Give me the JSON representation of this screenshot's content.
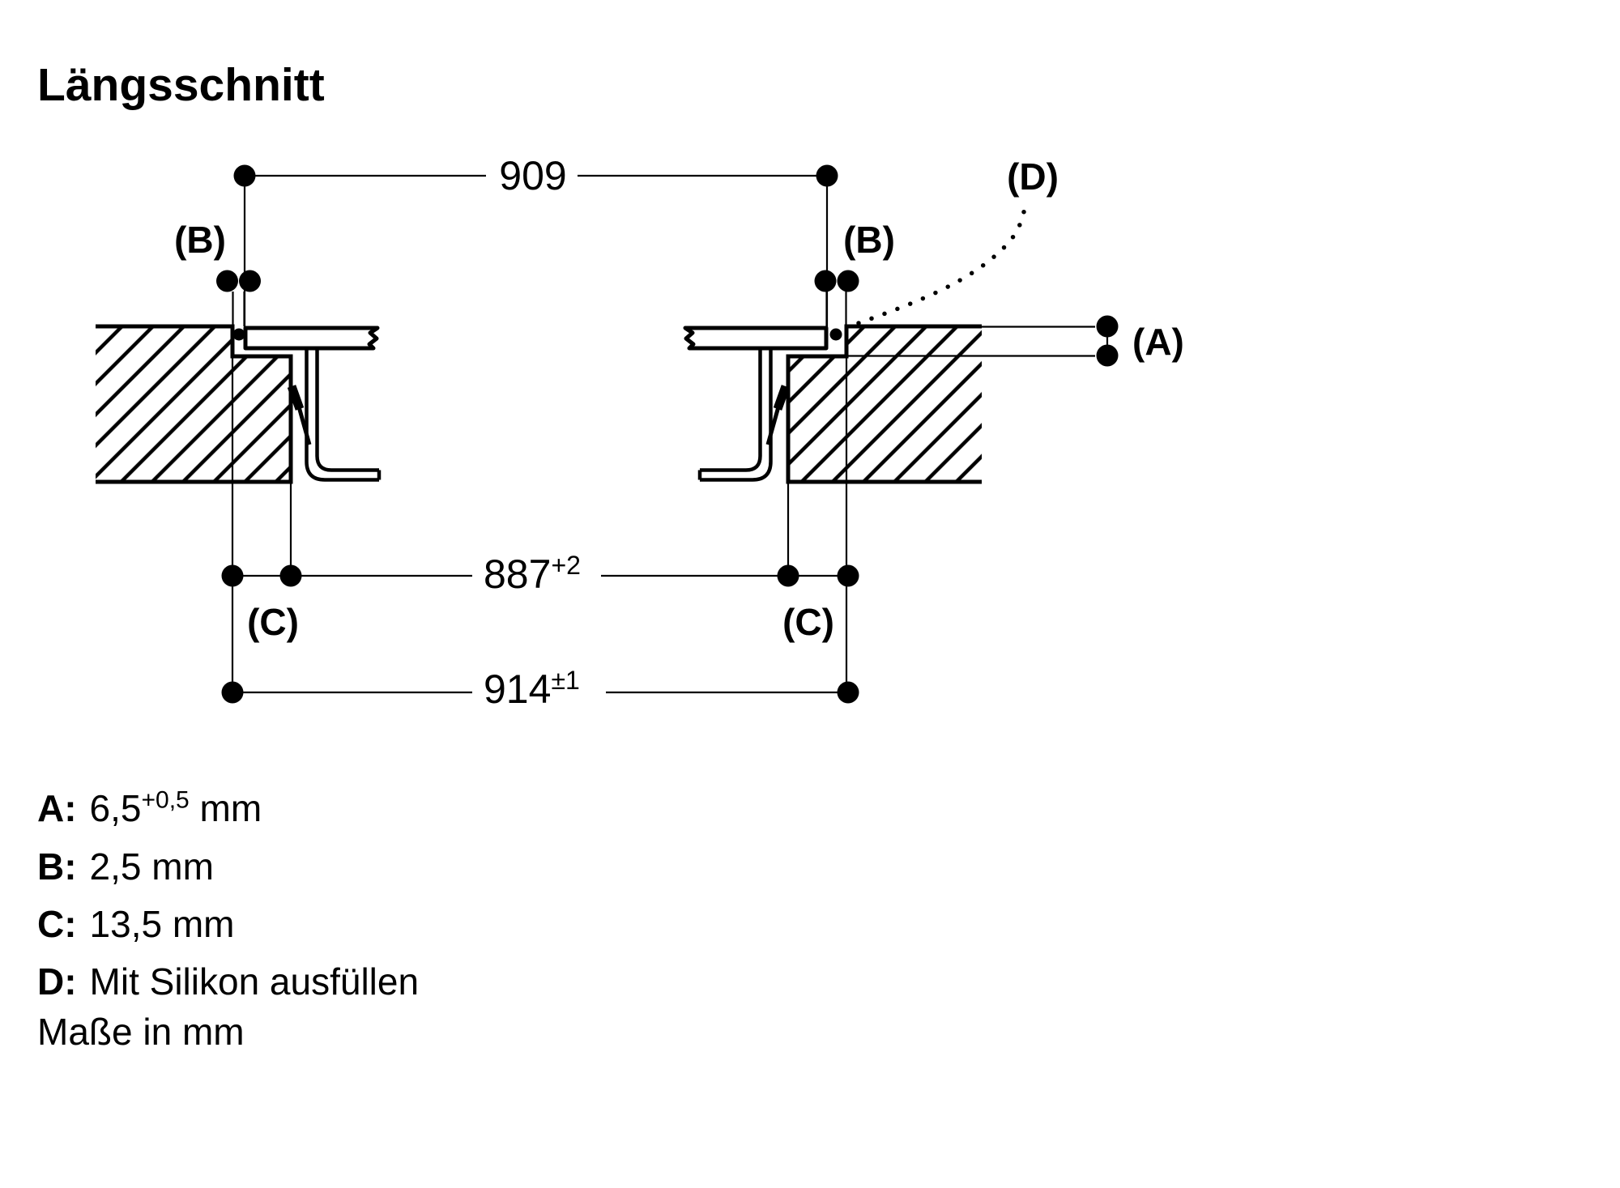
{
  "title": "Längsschnitt",
  "footer": "Maße in mm",
  "dimensions": {
    "top": {
      "value": "909",
      "tolerance": ""
    },
    "cutout": {
      "value": "887",
      "tolerance": "+2"
    },
    "outer": {
      "value": "914",
      "tolerance": "±1"
    }
  },
  "labels": {
    "a": "(A)",
    "b": "(B)",
    "c": "(C)",
    "d": "(D)"
  },
  "legend": [
    {
      "key": "A:",
      "value": "6,5",
      "sup": "+0,5",
      "unit": " mm"
    },
    {
      "key": "B:",
      "value": "2,5",
      "sup": "",
      "unit": " mm"
    },
    {
      "key": "C:",
      "value": "13,5",
      "sup": "",
      "unit": " mm"
    },
    {
      "key": "D:",
      "value": "Mit Silikon ausfüllen",
      "sup": "",
      "unit": ""
    }
  ],
  "colors": {
    "ink": "#000000",
    "paper": "#ffffff"
  }
}
